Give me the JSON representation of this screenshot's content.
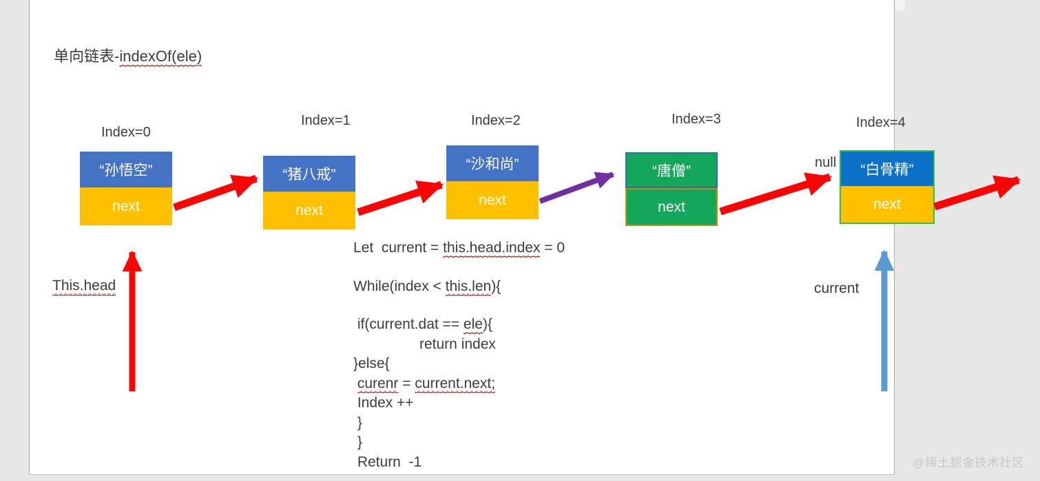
{
  "title": {
    "prefix": "单向链表-",
    "flagged": "indexOf(ele)"
  },
  "nodes": [
    {
      "index_label": "Index=0",
      "value": "“孙悟空”",
      "next_label": "next",
      "theme": "blue"
    },
    {
      "index_label": "Index=1",
      "value": "“猪八戒”",
      "next_label": "next",
      "theme": "blue"
    },
    {
      "index_label": "Index=2",
      "value": "“沙和尚”",
      "next_label": "next",
      "theme": "blue"
    },
    {
      "index_label": "Index=3",
      "value": "“唐僧”",
      "next_label": "next",
      "theme": "green"
    },
    {
      "index_label": "Index=4",
      "value": "“白骨精”",
      "next_label": "next",
      "theme": "blue-green-border"
    }
  ],
  "labels": {
    "null_label": "null",
    "head_pointer": "This.head",
    "current_pointer": "current"
  },
  "code": {
    "line1": {
      "pre": "Let  current = ",
      "flag": "this.head.index",
      "post": " = 0"
    },
    "line2": {
      "pre": "While(index < ",
      "flag": "this.len",
      "post": "){"
    },
    "line3": {
      "pre": " if(current.dat == ",
      "flag": "ele",
      "post": "){"
    },
    "line4": {
      "text": "return index"
    },
    "line5": {
      "text": "}else{"
    },
    "line6": {
      "pre": " ",
      "flag1": "curenr",
      "mid": " = ",
      "flag2": "current.next;"
    },
    "line7": {
      "text": " Index ++"
    },
    "line8": {
      "text": " }"
    },
    "line9": {
      "text": " }"
    },
    "line10": {
      "text": " Return  -1"
    }
  },
  "watermark": "@稀土掘金技术社区",
  "colors": {
    "node_blue": "#4472c4",
    "node_blue_bright": "#0b72c8",
    "node_yellow": "#ffc000",
    "node_green": "#13a75c",
    "node4_border_green": "#2ebe44",
    "arrow_red": "#fb0404",
    "arrow_purple": "#7030a0",
    "arrow_lightblue": "#5b9bd5",
    "pasteboard_gray": "#e7e7e7",
    "spellcheck_red": "#e04a3f"
  }
}
